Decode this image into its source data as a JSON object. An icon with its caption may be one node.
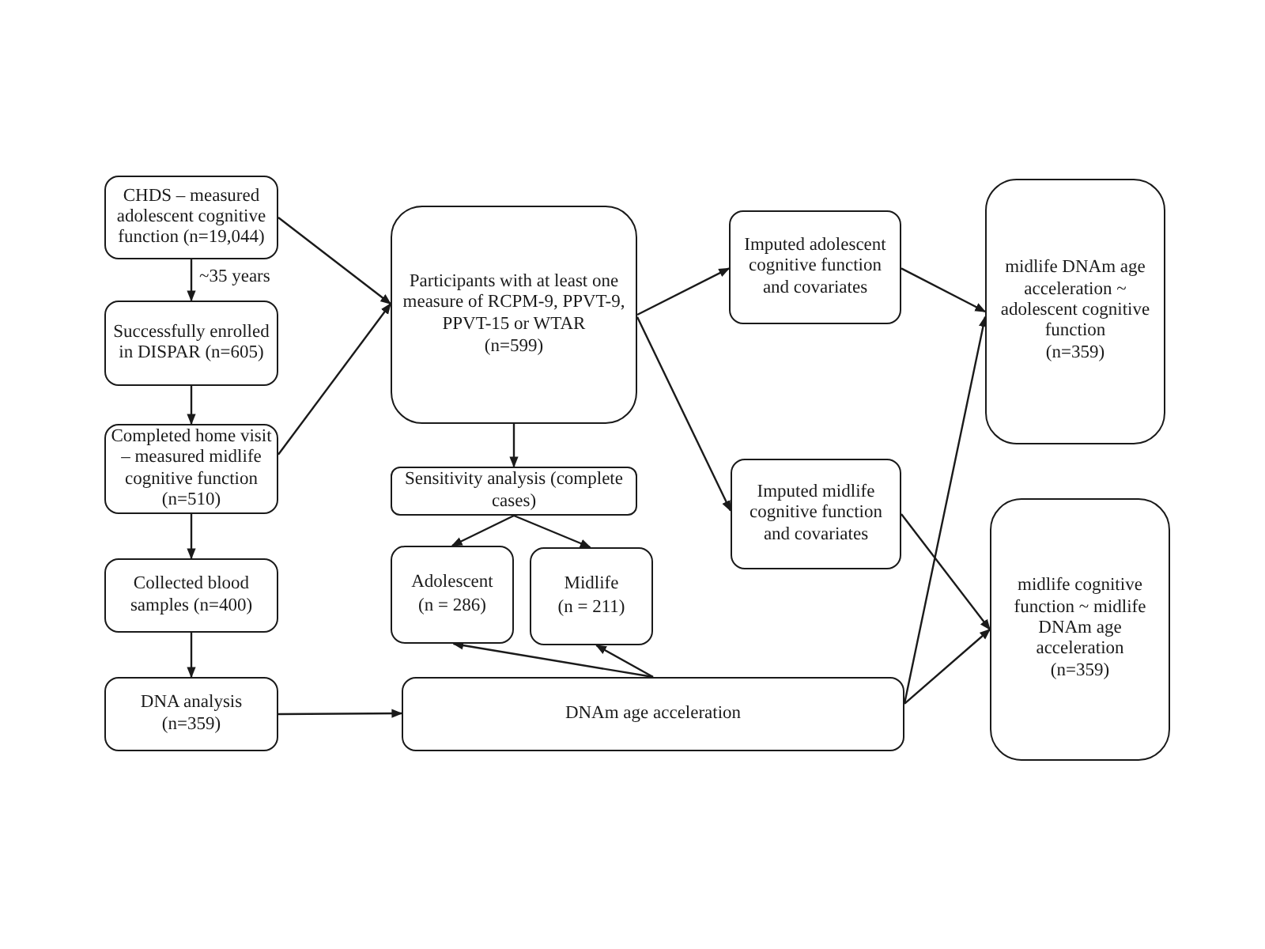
{
  "diagram": {
    "nodes": [
      {
        "text": [
          "CHDS – measured adolescent cognitive function (n=19,044)"
        ]
      },
      {
        "text": [
          "Successfully enrolled in DISPAR (n=605)"
        ]
      },
      {
        "text": [
          "Completed home visit – measured midlife cognitive function (n=510)"
        ]
      },
      {
        "text": [
          "Collected blood samples (n=400)"
        ]
      },
      {
        "text": [
          "DNA analysis (n=359)"
        ]
      },
      {
        "text": [
          "Participants with at least one measure of RCPM-9, PPVT-9, PPVT-15 or WTAR",
          "(n=599)"
        ]
      },
      {
        "text": [
          "Sensitivity analysis (complete cases)"
        ]
      },
      {
        "text": [
          "Adolescent",
          "(n = 286)"
        ]
      },
      {
        "text": [
          "Midlife",
          "(n = 211)"
        ]
      },
      {
        "text": [
          "DNAm age acceleration"
        ]
      },
      {
        "text": [
          "Imputed adolescent cognitive function and covariates"
        ]
      },
      {
        "text": [
          "Imputed midlife cognitive function and covariates"
        ]
      },
      {
        "text": [
          "midlife DNAm age acceleration ~ adolescent cognitive function",
          "(n=359)"
        ]
      },
      {
        "text": [
          "midlife cognitive function ~ midlife DNAm age acceleration",
          "(n=359)"
        ]
      }
    ],
    "edges": [
      {
        "from": 0,
        "to": 1,
        "arrow": "to",
        "label": "~35 years"
      },
      {
        "from": 1,
        "to": 2,
        "arrow": "to"
      },
      {
        "from": 2,
        "to": 3,
        "arrow": "to"
      },
      {
        "from": 3,
        "to": 4,
        "arrow": "to"
      },
      {
        "from": 0,
        "to": 5,
        "arrow": "to"
      },
      {
        "from": 2,
        "to": 5,
        "arrow": "to"
      },
      {
        "from": 4,
        "to": 9,
        "arrow": "to"
      },
      {
        "from": 5,
        "to": 6,
        "arrow": "to"
      },
      {
        "from": 6,
        "to": 7,
        "arrow": "to"
      },
      {
        "from": 6,
        "to": 8,
        "arrow": "to"
      },
      {
        "from": 9,
        "to": 7,
        "arrow": "to"
      },
      {
        "from": 9,
        "to": 8,
        "arrow": "to"
      },
      {
        "from": 5,
        "to": 10,
        "arrow": "to"
      },
      {
        "from": 5,
        "to": 11,
        "arrow": "to"
      },
      {
        "from": 10,
        "to": 12,
        "arrow": "to"
      },
      {
        "from": 9,
        "to": 12,
        "arrow": "to"
      },
      {
        "from": 11,
        "to": 13,
        "arrow": "to"
      },
      {
        "from": 9,
        "to": 13,
        "arrow": "to"
      }
    ]
  }
}
